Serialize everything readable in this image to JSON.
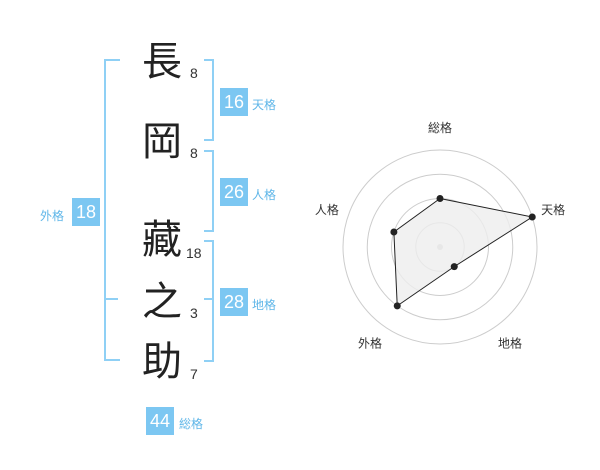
{
  "name": {
    "characters": [
      {
        "char": "長",
        "strokes": "8"
      },
      {
        "char": "岡",
        "strokes": "8"
      },
      {
        "char": "藏",
        "strokes": "18"
      },
      {
        "char": "之",
        "strokes": "3"
      },
      {
        "char": "助",
        "strokes": "7"
      }
    ]
  },
  "fortunes": {
    "tenkaku": {
      "label": "天格",
      "value": "16"
    },
    "jinkaku": {
      "label": "人格",
      "value": "26"
    },
    "chikaku": {
      "label": "地格",
      "value": "28"
    },
    "gaikaku": {
      "label": "外格",
      "value": "18"
    },
    "soukaku": {
      "label": "総格",
      "value": "44"
    }
  },
  "radar": {
    "axes": [
      "総格",
      "天格",
      "地格",
      "外格",
      "人格"
    ],
    "levels": 4,
    "values": [
      2,
      4,
      1,
      3,
      2
    ],
    "max": 4,
    "fill_color": "#eeeeee",
    "line_color": "#222222",
    "grid_color": "#cccccc"
  },
  "colors": {
    "accent": "#7cc7f2",
    "label": "#5fb6e8"
  }
}
